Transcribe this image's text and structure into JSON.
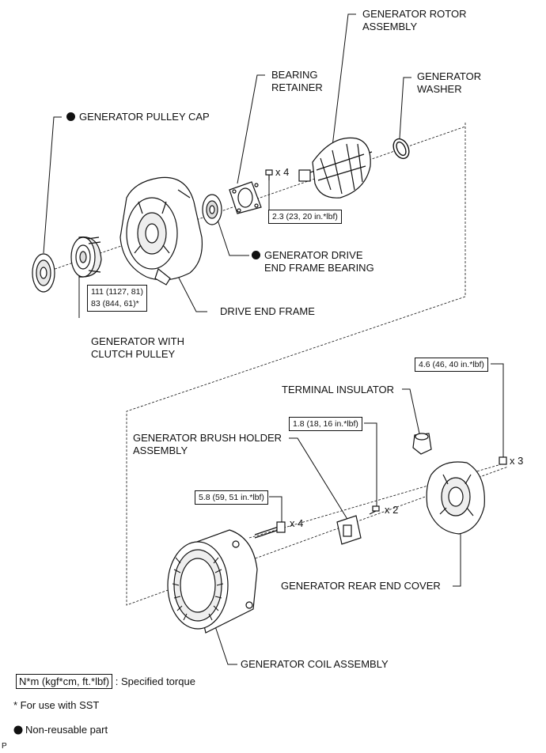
{
  "labels": {
    "rotor": [
      "GENERATOR ROTOR",
      "ASSEMBLY"
    ],
    "bearing_retainer": [
      "BEARING",
      "RETAINER"
    ],
    "washer": [
      "GENERATOR",
      "WASHER"
    ],
    "pulley_cap": "GENERATOR PULLEY CAP",
    "drive_end_bearing": [
      "GENERATOR DRIVE",
      "END FRAME BEARING"
    ],
    "drive_end_frame": "DRIVE END FRAME",
    "clutch_pulley": [
      "GENERATOR WITH",
      "CLUTCH PULLEY"
    ],
    "terminal_insulator": "TERMINAL INSULATOR",
    "brush_holder": [
      "GENERATOR BRUSH HOLDER",
      "ASSEMBLY"
    ],
    "rear_end_cover": "GENERATOR REAR END COVER",
    "coil_assembly": "GENERATOR COIL ASSEMBLY"
  },
  "torques": {
    "retainer_screw": "2.3 (23, 20 in.*lbf)",
    "pulley_1": "111 (1127, 81)",
    "pulley_2": "83 (844, 61)*",
    "rear_nut": "4.6 (46, 40 in.*lbf)",
    "brush_screw": "1.8 (18, 16 in.*lbf)",
    "through_bolt": "5.8 (59, 51 in.*lbf)"
  },
  "quantities": {
    "retainer_screw": "x 4",
    "rear_nut": "x 3",
    "brush_screw": "x 2",
    "through_bolt": "x 4"
  },
  "legend": {
    "torque_unit": "N*m (kgf*cm, ft.*lbf)",
    "torque_text": ": Specified torque",
    "sst_note": "* For use with SST",
    "non_reusable": "Non-reusable part"
  },
  "corner_mark": "P"
}
